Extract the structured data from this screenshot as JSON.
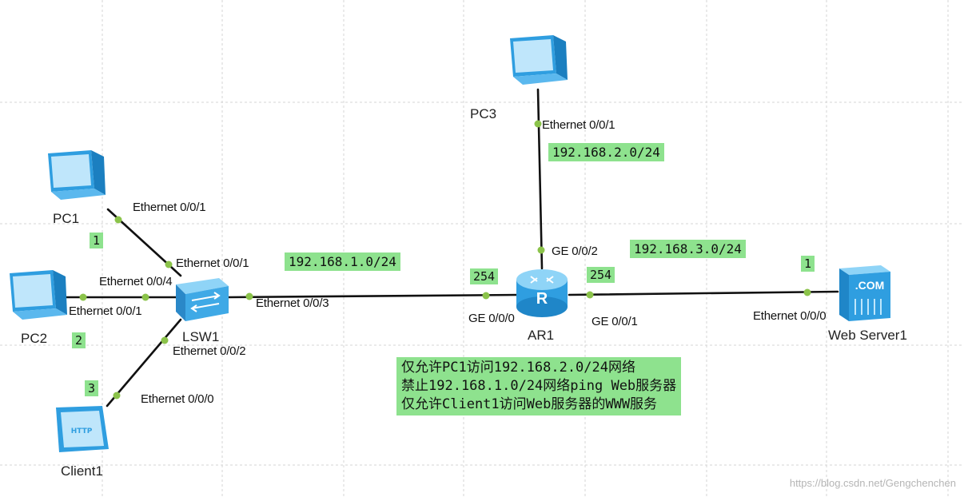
{
  "devices": {
    "pc1": "PC1",
    "pc2": "PC2",
    "pc3": "PC3",
    "client1": "Client1",
    "lsw1": "LSW1",
    "ar1": "AR1",
    "web_server1": "Web Server1"
  },
  "server_badge": ".COM",
  "client_badge": "HTTP",
  "router_badge": "R",
  "ports": {
    "pc1_eth": "Ethernet 0/0/1",
    "lsw_e001": "Ethernet 0/0/1",
    "lsw_e004": "Ethernet 0/0/4",
    "pc2_eth": "Ethernet 0/0/1",
    "lsw_e002": "Ethernet 0/0/2",
    "client_eth": "Ethernet 0/0/0",
    "lsw_e003": "Ethernet 0/0/3",
    "pc3_eth": "Ethernet 0/0/1",
    "ar_ge002": "GE 0/0/2",
    "ar_ge000": "GE 0/0/0",
    "ar_ge001": "GE 0/0/1",
    "server_eth": "Ethernet 0/0/0"
  },
  "subnets": {
    "net1": "192.168.1.0/24",
    "net2": "192.168.2.0/24",
    "net3": "192.168.3.0/24"
  },
  "host_numbers": {
    "pc1": "1",
    "pc2": "2",
    "client1": "3",
    "server": "1",
    "ar_left": "254",
    "ar_right": "254"
  },
  "notes": [
    "仅允许PC1访问192.168.2.0/24网络",
    "禁止192.168.1.0/24网络ping Web服务器",
    "仅允许Client1访问Web服务器的WWW服务"
  ],
  "watermark": "https://blog.csdn.net/Gengchenchen",
  "colors": {
    "highlight": "#8ee28e",
    "port_dot": "#8bc34a",
    "device_blue": "#3fa9e6"
  }
}
